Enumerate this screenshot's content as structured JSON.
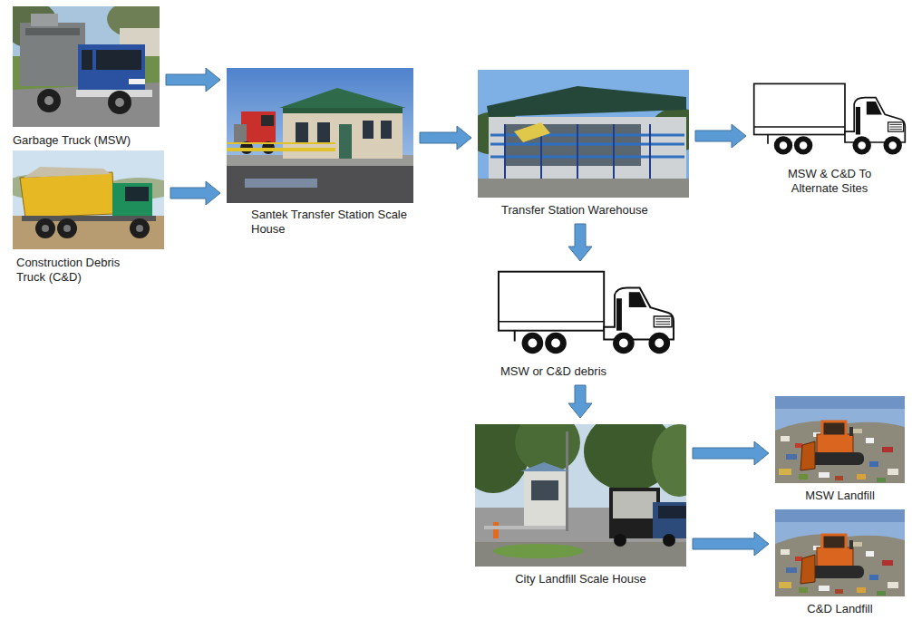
{
  "diagram": {
    "nodes": [
      {
        "text": [
          "Garbage Truck (MSW)"
        ]
      },
      {
        "text": [
          "Construction Debris Truck (C&D)"
        ]
      },
      {
        "text": [
          "Santek Transfer Station Scale House"
        ]
      },
      {
        "text": [
          "Transfer Station Warehouse"
        ]
      },
      {
        "text": [
          "MSW & C&D To Alternate Sites"
        ]
      },
      {
        "text": [
          "MSW or C&D debris"
        ]
      },
      {
        "text": [
          "City Landfill Scale House"
        ]
      },
      {
        "text": [
          "MSW Landfill"
        ]
      },
      {
        "text": [
          "C&D Landfill"
        ]
      }
    ],
    "edges": [
      {
        "from": 0,
        "to": 2,
        "arrow": "to"
      },
      {
        "from": 1,
        "to": 2,
        "arrow": "to"
      },
      {
        "from": 2,
        "to": 3,
        "arrow": "to"
      },
      {
        "from": 3,
        "to": 4,
        "arrow": "to"
      },
      {
        "from": 3,
        "to": 5,
        "arrow": "to"
      },
      {
        "from": 5,
        "to": 6,
        "arrow": "to"
      },
      {
        "from": 6,
        "to": 7,
        "arrow": "to"
      },
      {
        "from": 6,
        "to": 8,
        "arrow": "to"
      }
    ]
  }
}
